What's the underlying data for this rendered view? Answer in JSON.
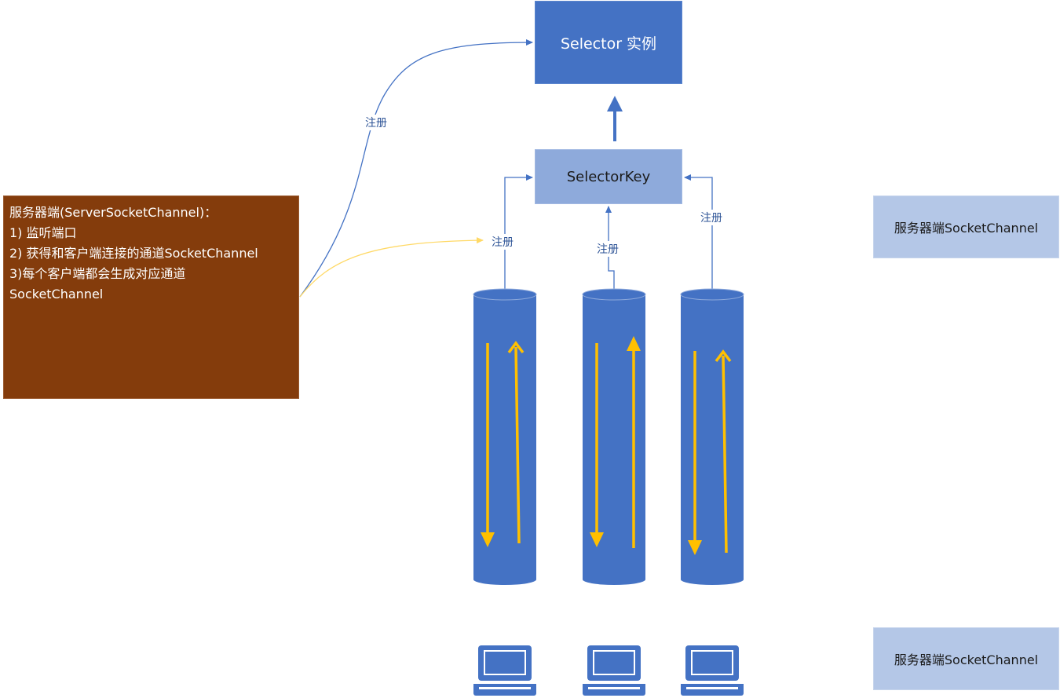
{
  "nodes": {
    "selector": "Selector 实例",
    "selector_key": "SelectorKey",
    "server": {
      "lines": [
        "服务器端(ServerSocketChannel)：",
        "1) 监听端口",
        "2) 获得和客户端连接的通道SocketChannel",
        "3)每个客户端都会生成对应通道",
        "SocketChannel"
      ]
    },
    "channel_top": "服务器端SocketChannel",
    "channel_bottom": "服务器端SocketChannel"
  },
  "edge_labels": {
    "server_to_selector": "注册",
    "server_to_key": "注册",
    "channel_2_to_key": "注册",
    "channel_3_to_key": "注册"
  },
  "colors": {
    "selector_fill": "#4472c4",
    "selector_key_fill": "#8eaadb",
    "server_fill": "#843c0c",
    "channel_box_fill": "#b4c7e7",
    "cylinder_fill": "#4472c4",
    "flow_arrow": "#ffc000",
    "connector": "#4472c4",
    "server_to_key_connector": "#ffd966"
  },
  "icons": {
    "cylinder": "pipe-cylinder-icon",
    "client": "laptop-icon"
  }
}
